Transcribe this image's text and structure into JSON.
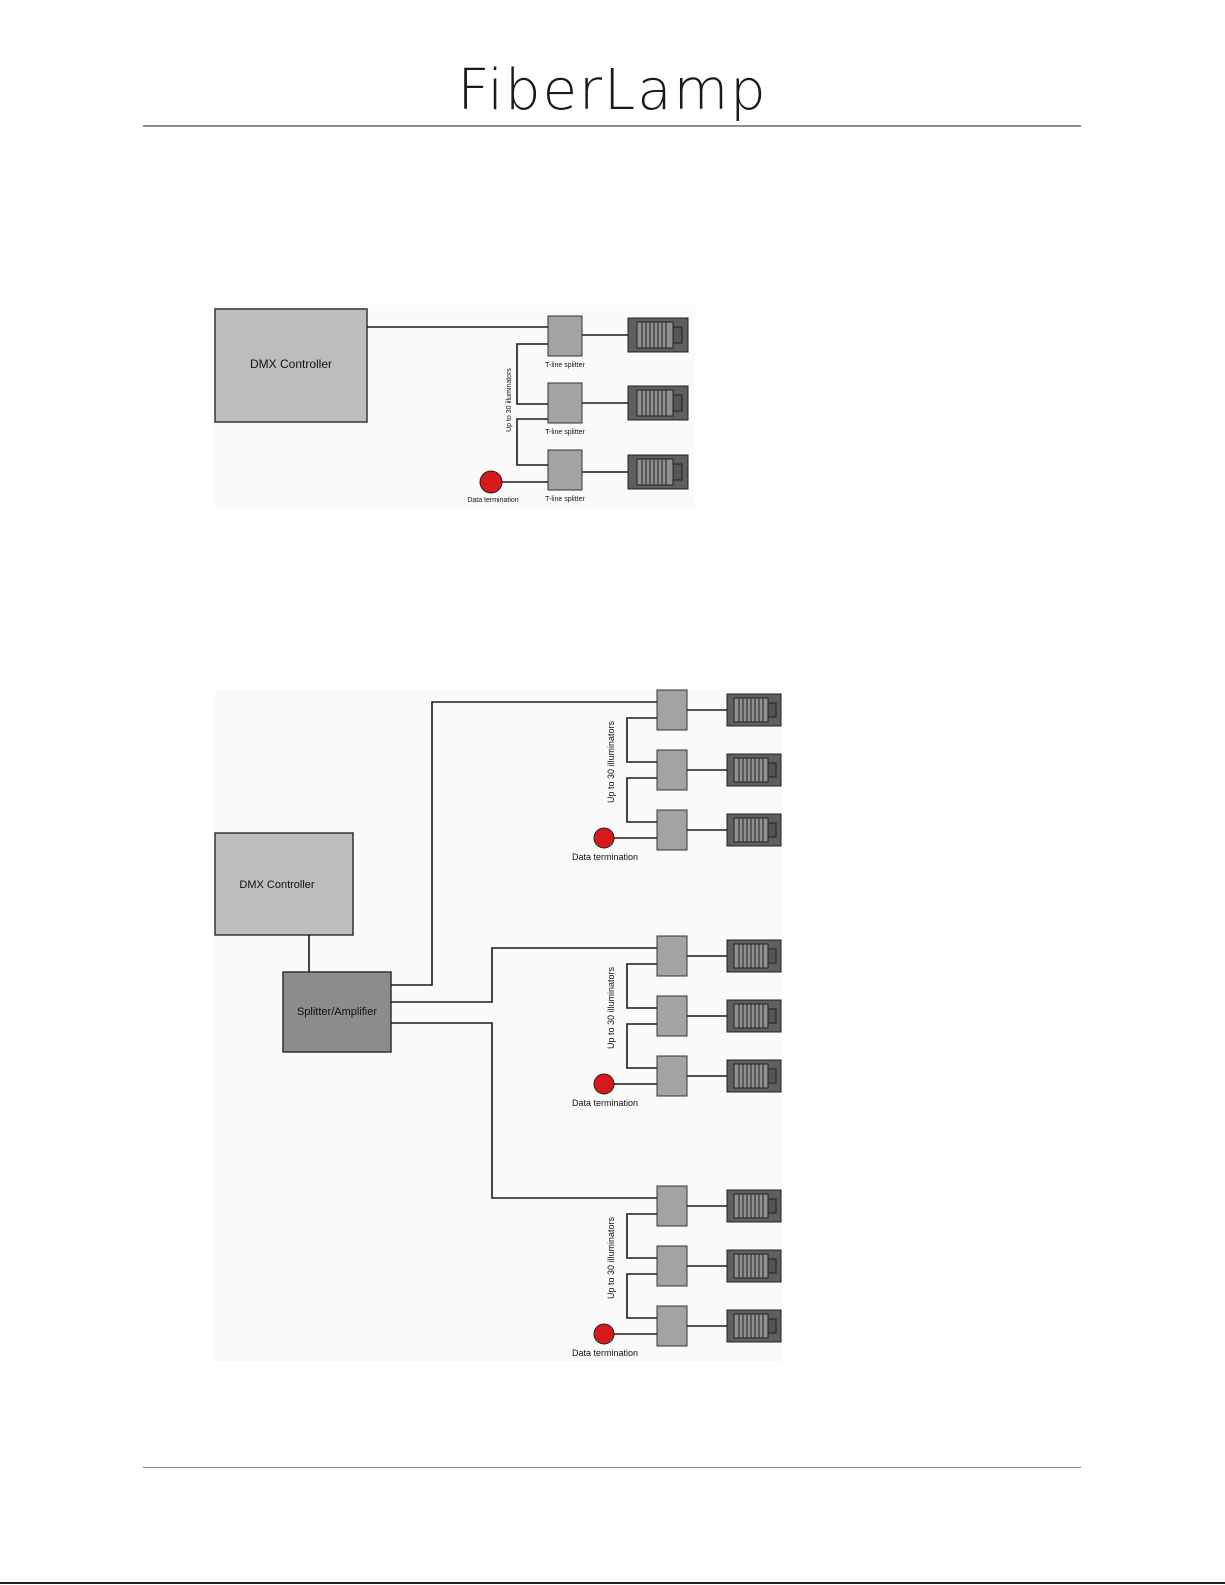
{
  "header": {
    "logo": "FiberLamp"
  },
  "diagram1": {
    "controller_label": "DMX Controller",
    "splitter_label": "T-line splitter",
    "chain_label": "Up to 30 illuminators",
    "termination_label": "Data termination",
    "splitter_count": 3
  },
  "diagram2": {
    "controller_label": "DMX Controller",
    "amplifier_label": "Splitter/Amplifier",
    "chain_label": "Up to 30 illuminators",
    "termination_label": "Data termination",
    "branch_count": 3,
    "splitters_per_branch": 3
  },
  "colors": {
    "controller_fill": "#bdbdbd",
    "amplifier_fill": "#8c8c8c",
    "splitter_fill": "#a3a3a3",
    "illuminator_fill": "#5f5f5f",
    "termination_fill": "#d7191c",
    "line": "#1a1a1a"
  }
}
